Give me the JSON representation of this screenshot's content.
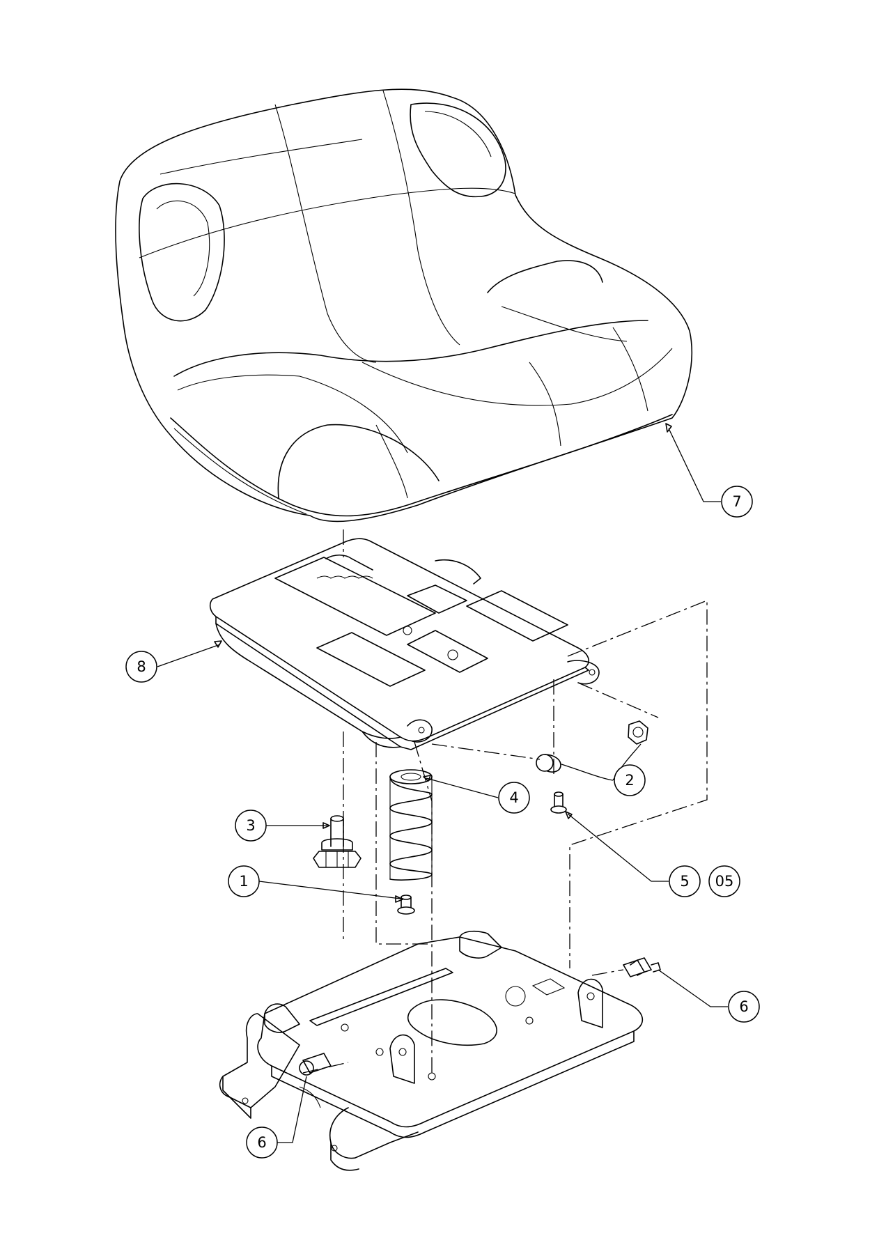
{
  "callouts": [
    {
      "id": "callout-7",
      "label": "7"
    },
    {
      "id": "callout-8",
      "label": "8"
    },
    {
      "id": "callout-2",
      "label": "2"
    },
    {
      "id": "callout-4",
      "label": "4"
    },
    {
      "id": "callout-3",
      "label": "3"
    },
    {
      "id": "callout-1",
      "label": "1"
    },
    {
      "id": "callout-5",
      "label": "5"
    },
    {
      "id": "callout-05",
      "label": "05"
    },
    {
      "id": "callout-6a",
      "label": "6"
    },
    {
      "id": "callout-6b",
      "label": "6"
    }
  ]
}
